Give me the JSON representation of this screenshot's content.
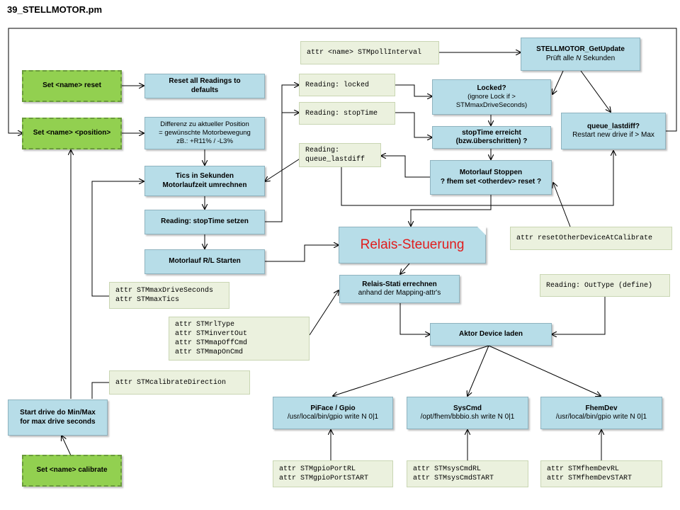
{
  "title": "39_STELLMOTOR.pm",
  "green_nodes": {
    "reset": "Set <name> reset",
    "position": "Set <name> <position>",
    "calibrate": "Set <name> calibrate"
  },
  "process": {
    "reset_all": [
      "Reset all Readings to",
      "defaults"
    ],
    "differenz": [
      "Differenz zu aktueller Position",
      "= gewünschte Motorbewegung",
      "zB.: +R11% / -L3%"
    ],
    "tics": [
      "Tics in Sekunden",
      "Motorlaufzeit umrechnen"
    ],
    "stoptime_setzen": "Reading: stopTime setzen",
    "motorlauf_starten": "Motorlauf R/L Starten",
    "start_drive": [
      "Start drive do Min/Max",
      "for max drive seconds"
    ],
    "get_update_title": "STELLMOTOR_GetUpdate",
    "get_update_sub_a": "Prüft alle",
    "get_update_sub_n": "N",
    "get_update_sub_b": "Sekunden",
    "locked": [
      "Locked?",
      "(ignore Lock if >",
      "STMmaxDriveSeconds)"
    ],
    "stoptime_erreicht": [
      "stopTime erreicht",
      "(bzw.überschritten) ?"
    ],
    "motorlauf_stoppen": [
      "Motorlauf Stoppen",
      "? fhem set <otherdev> reset ?"
    ],
    "queue_lastdiff": [
      "queue_lastdiff?",
      "Restart new drive if > Max"
    ],
    "relais_steuerung": "Relais-Steuerung",
    "relais_stati": [
      "Relais-Stati errechnen",
      "anhand der Mapping-attr's"
    ],
    "aktor_device": "Aktor Device laden",
    "piface_title": "PiFace / Gpio",
    "piface_cmd": "/usr/local/bin/gpio write N 0|1",
    "syscmd_title": "SysCmd",
    "syscmd_cmd": "/opt/fhem/bbbio.sh write N 0|1",
    "fhemdev_title": "FhemDev",
    "fhemdev_cmd": "/usr/local/bin/gpio write N 0|1"
  },
  "attributes": {
    "poll_interval": "attr <name> STMpollInterval",
    "reading_locked": "Reading: locked",
    "reading_stoptime": "Reading: stopTime",
    "reading_queue": [
      "Reading:",
      "queue_lastdiff"
    ],
    "reset_other": "attr resetOtherDeviceAtCalibrate",
    "max_drive": [
      "attr STMmaxDriveSeconds",
      "attr STMmaxTics"
    ],
    "mapping": [
      "attr STMrlType",
      "attr STMinvertOut",
      "attr STMmapOffCmd",
      "attr STMmapOnCmd"
    ],
    "calibrate_direction": "attr STMcalibrateDirection",
    "outtype": "Reading: OutType (define)",
    "gpio_ports": [
      "attr STMgpioPortRL",
      "attr STMgpioPortSTART"
    ],
    "syscmd_attrs": [
      "attr STMsysCmdRL",
      "attr STMsysCmdSTART"
    ],
    "fhemdev_attrs": [
      "attr STMfhemDevRL",
      "attr STMfhemDevSTART"
    ]
  },
  "colors": {
    "process_fill": "#b7dde8",
    "trigger_fill": "#92d050",
    "attribute_fill": "#ebf1de",
    "highlight_text": "#e11d1d"
  }
}
